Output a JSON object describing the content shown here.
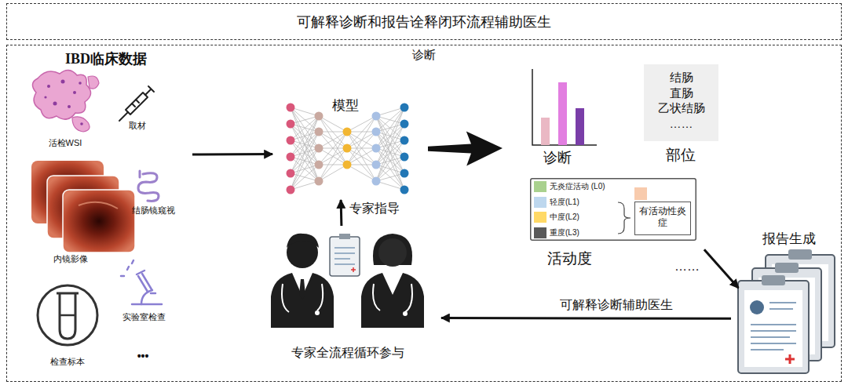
{
  "diagram": {
    "title": "可解释诊断和报告诠释闭环流程辅助医生",
    "nodes": [
      {
        "text": [
          "诊断"
        ]
      },
      {
        "text": [
          "IBD临床数据",
          "活检WSI",
          "取材",
          "结肠镜窥视",
          "内镜影像",
          "实验室检查",
          "检查标本",
          "•••"
        ],
        "in": 0
      },
      {
        "text": [
          "模型"
        ],
        "in": 0
      },
      {
        "text": [
          "诊断"
        ],
        "in": 0
      },
      {
        "text": [
          "结肠 直肠 乙状结肠 ……",
          "部位"
        ],
        "in": 0
      },
      {
        "text": [
          "活动度"
        ],
        "in": 0
      },
      {
        "text": [
          "有活动性炎症"
        ],
        "in": 5
      },
      {
        "text": [
          "报告生成"
        ],
        "in": 0
      },
      {
        "text": [
          "专家全流程循环参与"
        ],
        "in": 0
      }
    ],
    "edges": [
      {
        "from": 1,
        "to": 2,
        "arrow": "to"
      },
      {
        "from": 2,
        "to": 3,
        "arrow": "to"
      },
      {
        "from": 8,
        "to": 2,
        "label": "专家指导",
        "arrow": "to"
      },
      {
        "from": 5,
        "to": 7,
        "arrow": "to"
      },
      {
        "from": 7,
        "to": 8,
        "label": "可解释诊断辅助医生",
        "arrow": "to"
      }
    ],
    "labels": [
      "……"
    ],
    "legend": [
      {
        "text": "无炎症活动 (L0)",
        "color": "#a9d18e"
      },
      {
        "text": "轻度(L1)",
        "color": "#bdd7ee"
      },
      {
        "text": "中度(L2)",
        "color": "#ffd966"
      },
      {
        "text": "重度(L3)",
        "color": "#595959"
      }
    ]
  }
}
